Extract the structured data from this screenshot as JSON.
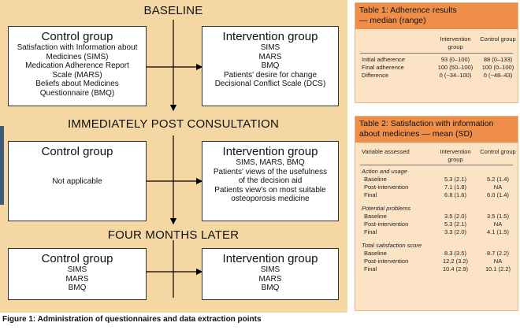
{
  "flowchart": {
    "stages": [
      {
        "title": "BASELINE",
        "control": {
          "title": "Control group",
          "lines": [
            "Satisfaction with Information about",
            "Medicines (SIMS)",
            "Medication Adherence Report",
            "Scale (MARS)",
            "Beliefs about Medicines",
            "Questionnaire (BMQ)",
            ""
          ]
        },
        "intervention": {
          "title": "Intervention group",
          "lines": [
            "SIMS",
            "MARS",
            "BMQ",
            "Patients' desire for change",
            "Decisional Conflict Scale (DCS)"
          ]
        }
      },
      {
        "title": "IMMEDIATELY POST CONSULTATION",
        "control": {
          "title": "Control group",
          "lines": [
            "Not applicable"
          ]
        },
        "intervention": {
          "title": "Intervention group",
          "lines": [
            "SIMS, MARS, BMQ",
            "Patients' views of the usefulness",
            "of the decision aid",
            "Patients view's on most suitable",
            "osteoporosis medicine"
          ]
        }
      },
      {
        "title": "FOUR MONTHS LATER",
        "control": {
          "title": "Control group",
          "lines": [
            "SIMS",
            "MARS",
            "BMQ"
          ]
        },
        "intervention": {
          "title": "Intervention group",
          "lines": [
            "SIMS",
            "MARS",
            "BMQ"
          ]
        }
      }
    ],
    "caption": "Figure 1: Administration of questionnaires and data extraction points"
  },
  "table1": {
    "title_line1": "Table 1: Adherence results",
    "title_line2": "— median (range)",
    "col_intervention": "Intervention group",
    "col_control": "Control group",
    "rows": [
      {
        "label": "Initial adherence",
        "intervention": "93 (0–100)",
        "control": "88 (0–133)"
      },
      {
        "label": "Final adherence",
        "intervention": "100 (50–100)",
        "control": "100 (0–100)"
      },
      {
        "label": "Difference",
        "intervention": "0 (−34–100)",
        "control": "0 (−48–43)"
      }
    ]
  },
  "table2": {
    "title_line1": "Table 2: Satisfaction with information",
    "title_line2": "about medicines — mean (SD)",
    "col_variable": "Variable assessed",
    "col_intervention": "Intervention group",
    "col_control": "Control group",
    "sections": [
      {
        "title": "Action and usage",
        "rows": [
          {
            "label": "Baseline",
            "intervention": "5.3 (2.1)",
            "control": "5.2 (1.4)"
          },
          {
            "label": "Post-intervention",
            "intervention": "7.1 (1.8)",
            "control": "NA"
          },
          {
            "label": "Final",
            "intervention": "6.8 (1.6)",
            "control": "6.0 (1.4)"
          }
        ]
      },
      {
        "title": "Potential problems",
        "rows": [
          {
            "label": "Baseline",
            "intervention": "3.5 (2.0)",
            "control": "3.5 (1.5)"
          },
          {
            "label": "Post-intervention",
            "intervention": "5.3 (2.1)",
            "control": "NA"
          },
          {
            "label": "Final",
            "intervention": "3.3 (2.0)",
            "control": "4.1 (1.5)"
          }
        ]
      },
      {
        "title": "Total satisfaction score",
        "rows": [
          {
            "label": "Baseline",
            "intervention": "8.3 (3.5)",
            "control": "8.7 (2.2)"
          },
          {
            "label": "Post-intervention",
            "intervention": "12.2 (3.2)",
            "control": "NA"
          },
          {
            "label": "Final",
            "intervention": "10.4 (2.9)",
            "control": "10.1 (2.2)"
          }
        ]
      }
    ]
  }
}
